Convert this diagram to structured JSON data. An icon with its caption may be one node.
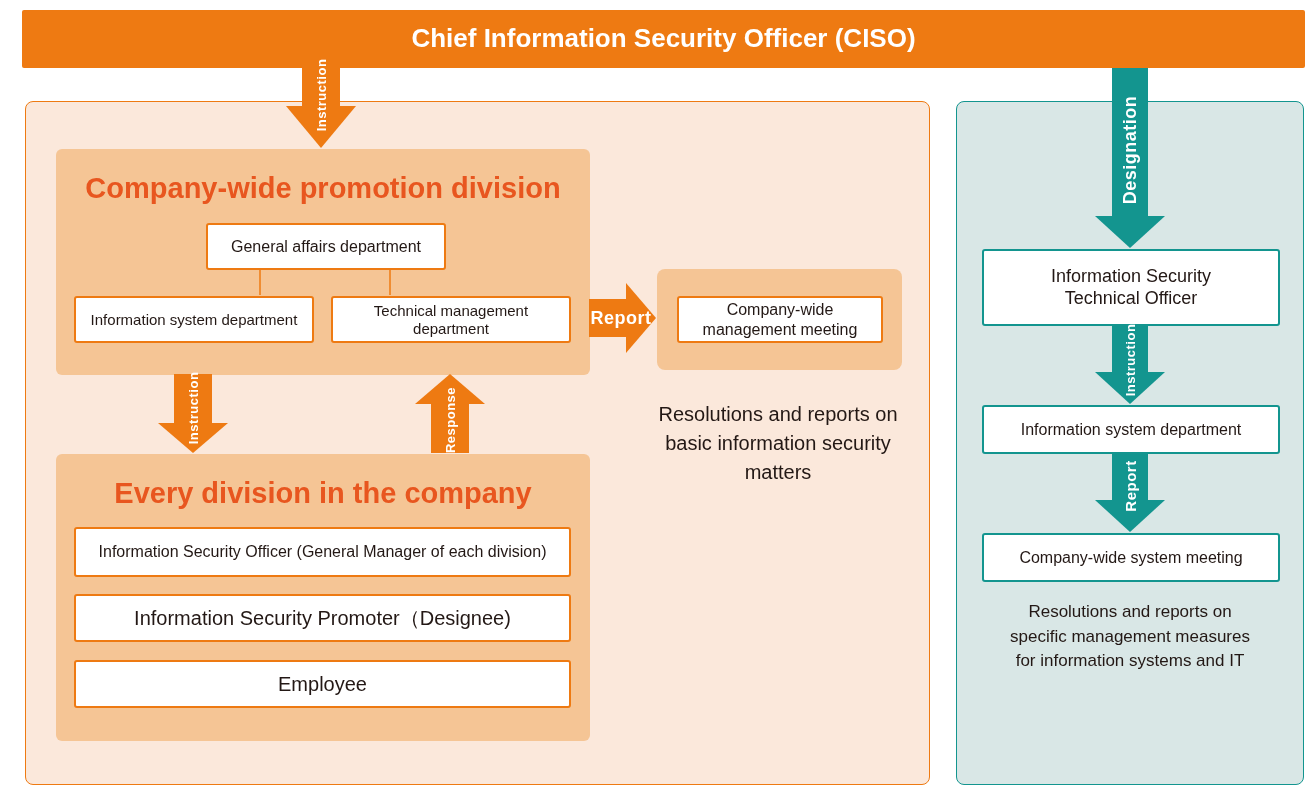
{
  "diagram": {
    "nodes": [
      {
        "text": [
          "Chief Information Security Officer (CISO)"
        ]
      },
      {
        "text": [],
        "shape": "box"
      },
      {
        "text": [
          "Company-wide promotion division"
        ],
        "in": 1
      },
      {
        "text": [
          "General affairs department"
        ],
        "in": 2
      },
      {
        "text": [
          "Information system department"
        ],
        "in": 2
      },
      {
        "text": [
          "Technical management department"
        ],
        "in": 2
      },
      {
        "text": [],
        "shape": "box",
        "in": 1
      },
      {
        "text": [
          "Company-wide management meeting"
        ],
        "in": 6,
        "beside": [
          "Resolutions and reports on basic information security matters"
        ]
      },
      {
        "text": [
          "Every division in the company"
        ],
        "in": 1
      },
      {
        "text": [
          "Information Security Officer (General Manager of each division)"
        ],
        "in": 8
      },
      {
        "text": [
          "Information Security Promoter（Designee)"
        ],
        "in": 8
      },
      {
        "text": [
          "Employee"
        ],
        "in": 8
      },
      {
        "text": [],
        "shape": "box"
      },
      {
        "text": [
          "Information Security Technical Officer"
        ],
        "in": 12
      },
      {
        "text": [
          "Information system department"
        ],
        "in": 12
      },
      {
        "text": [
          "Company-wide system meeting"
        ],
        "in": 12,
        "beside": [
          "Resolutions and reports on specific management measures for information systems and IT"
        ]
      }
    ],
    "edges": [
      {
        "from": 0,
        "to": 2,
        "arrow": "to",
        "label": "Instruction"
      },
      {
        "from": 3,
        "to": 4,
        "arrow": "none"
      },
      {
        "from": 3,
        "to": 5,
        "arrow": "none"
      },
      {
        "from": 2,
        "to": 6,
        "arrow": "to",
        "label": "Report"
      },
      {
        "from": 2,
        "to": 8,
        "arrow": "to",
        "label": "Instruction"
      },
      {
        "from": 8,
        "to": 2,
        "arrow": "to",
        "label": "Response"
      },
      {
        "from": 0,
        "to": 13,
        "arrow": "to",
        "label": "Designation",
        "color": "#13958f"
      },
      {
        "from": 13,
        "to": 14,
        "arrow": "to",
        "label": "Instruction",
        "color": "#13958f"
      },
      {
        "from": 14,
        "to": 15,
        "arrow": "to",
        "label": "Report",
        "color": "#13958f"
      }
    ]
  }
}
